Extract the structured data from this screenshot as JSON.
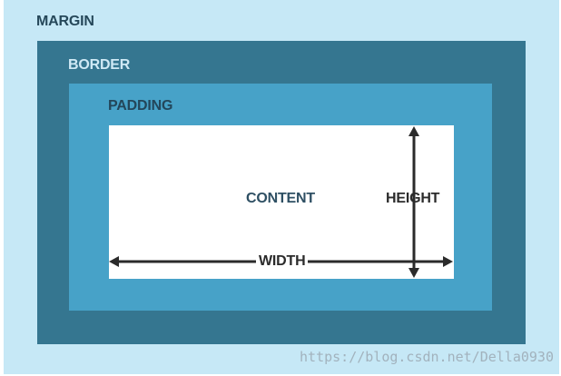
{
  "diagram": {
    "labels": {
      "margin": "MARGIN",
      "border": "BORDER",
      "padding": "PADDING",
      "content": "CONTENT",
      "height": "HEIGHT",
      "width": "WIDTH"
    },
    "colors": {
      "margin": "#c6e8f6",
      "border": "#357690",
      "padding": "#47a2c8",
      "content": "#ffffff",
      "arrow": "#2b2b2b"
    },
    "watermark": "https://blog.csdn.net/Della0930"
  }
}
